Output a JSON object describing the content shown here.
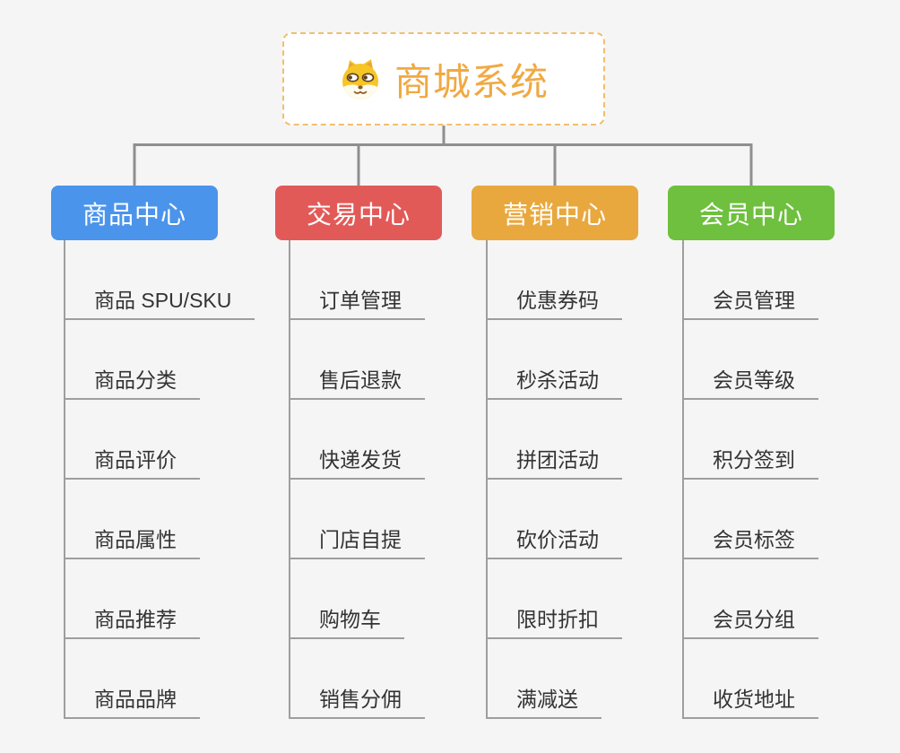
{
  "root": {
    "title": "商城系统",
    "icon": "dog-face-icon"
  },
  "branches": [
    {
      "label": "商品中心",
      "color": "#4B94EB",
      "children": [
        "商品 SPU/SKU",
        "商品分类",
        "商品评价",
        "商品属性",
        "商品推荐",
        "商品品牌"
      ]
    },
    {
      "label": "交易中心",
      "color": "#E25A58",
      "children": [
        "订单管理",
        "售后退款",
        "快递发货",
        "门店自提",
        "购物车",
        "销售分佣"
      ]
    },
    {
      "label": "营销中心",
      "color": "#E9A83E",
      "children": [
        "优惠券码",
        "秒杀活动",
        "拼团活动",
        "砍价活动",
        "限时折扣",
        "满减送"
      ]
    },
    {
      "label": "会员中心",
      "color": "#6EC03E",
      "children": [
        "会员管理",
        "会员等级",
        "积分签到",
        "会员标签",
        "会员分组",
        "收货地址"
      ]
    }
  ],
  "colors": {
    "background": "#F5F5F5",
    "root_text": "#F0A943",
    "root_border": "#F2BE6E",
    "tree_line": "#8F8F8F",
    "column_line": "#9E9E9E",
    "leaf_text": "#333333"
  }
}
